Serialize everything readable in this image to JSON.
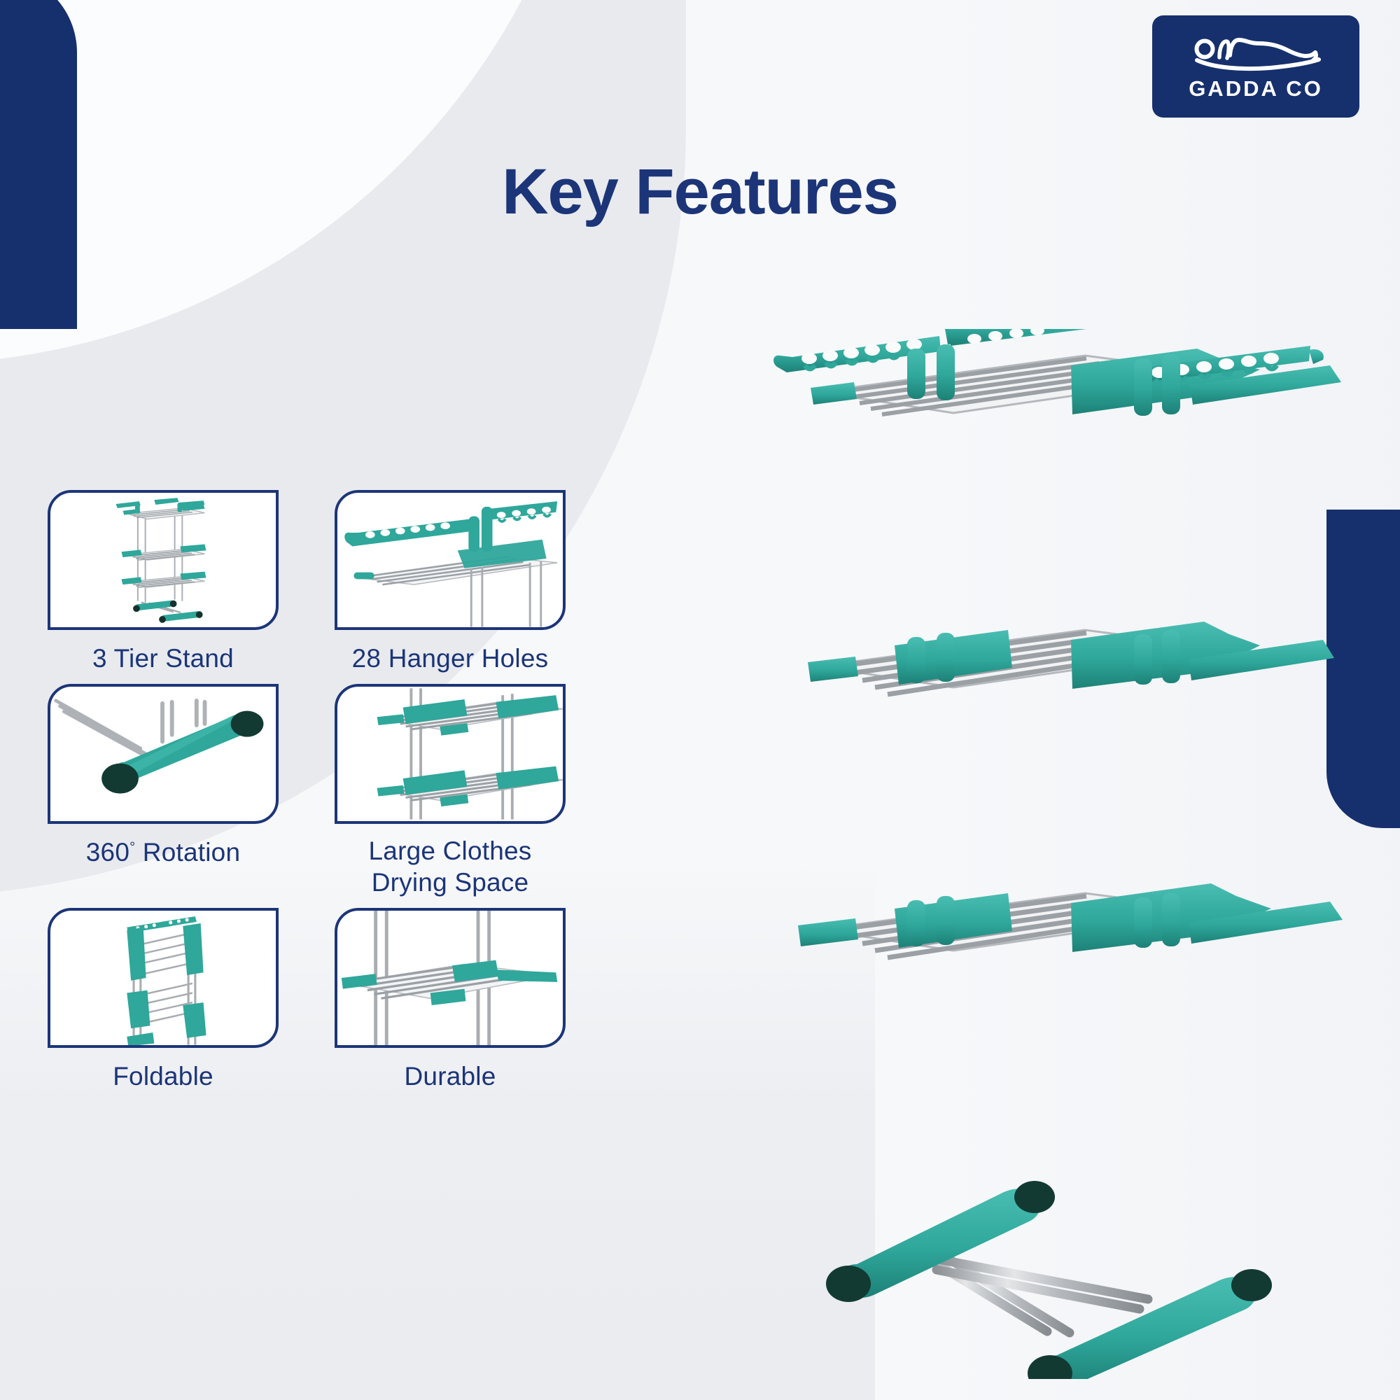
{
  "brand": {
    "name": "GADDA CO",
    "logo_icon": "sleeping-figure-mattress-icon",
    "badge_color": "#16306e",
    "text_color": "#ffffff"
  },
  "header": {
    "title": "Key Features",
    "title_color": "#1c3578"
  },
  "theme": {
    "navy": "#16306e",
    "text_navy": "#1c3578",
    "teal": "#2fa79b",
    "teal_dark": "#1f7f76",
    "steel": "#b9bcc0",
    "background": "#f7f8fa",
    "card_background": "#ffffff",
    "gray_arc": "#e8eaee"
  },
  "features": [
    {
      "id": "three-tier-stand",
      "label": "3 Tier Stand",
      "image": "full-rack-illustration"
    },
    {
      "id": "hanger-holes",
      "label": "28 Hanger Holes",
      "image": "hanger-arm-closeup-illustration"
    },
    {
      "id": "rotation",
      "label_main": "360",
      "degree": "°",
      "label_rest": " Rotation",
      "label": "360° Rotation",
      "image": "wheeled-base-closeup-illustration"
    },
    {
      "id": "drying-space",
      "label": "Large Clothes\nDrying Space",
      "line1": "Large Clothes",
      "line2": "Drying Space",
      "image": "two-shelf-closeup-illustration"
    },
    {
      "id": "foldable",
      "label": "Foldable",
      "image": "folded-rack-illustration"
    },
    {
      "id": "durable",
      "label": "Durable",
      "image": "shelf-frame-closeup-illustration"
    }
  ],
  "hero": {
    "name": "3-tier foldable clothes drying rack",
    "alt": "Teal and stainless steel 3 tier rolling laundry drying rack with side hanger arms",
    "tiers": 3,
    "wheels": 4
  }
}
